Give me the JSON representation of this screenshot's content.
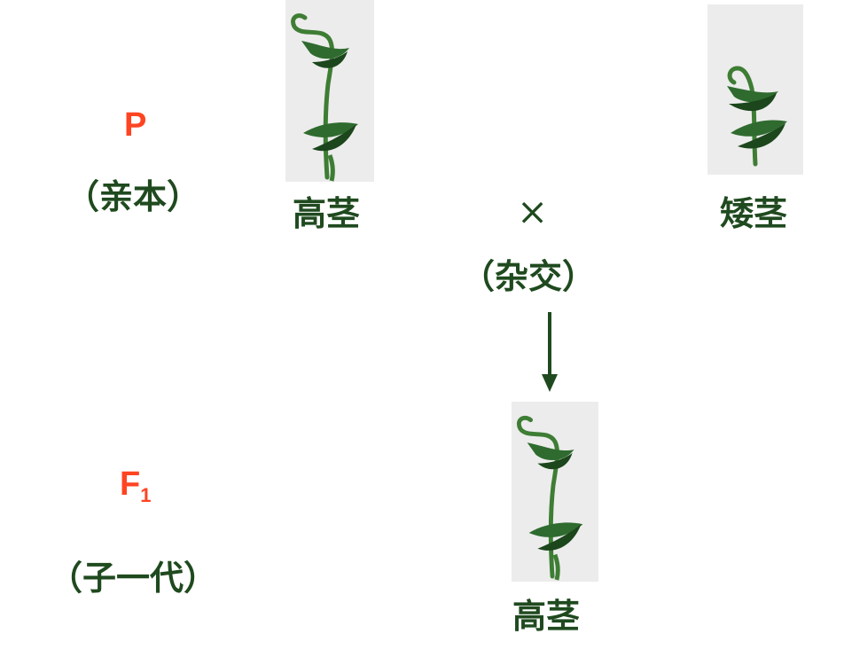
{
  "left_labels": {
    "p_symbol": "P",
    "p_desc": "（亲本）",
    "f1_symbol": "F",
    "f1_subscript": "1",
    "f1_desc": "（子一代）"
  },
  "parents": {
    "tall_label": "高茎",
    "dwarf_label": "矮茎"
  },
  "cross": {
    "symbol": "×",
    "label": "（杂交）"
  },
  "offspring": {
    "label": "高茎"
  },
  "colors": {
    "generation_symbol": "#ff4422",
    "text": "#1f4a1f",
    "leaf": "#2f6b2f",
    "leaf_dark": "#1c461c",
    "stem": "#3e7d34",
    "plant_bg": "#ececec"
  },
  "icons": [
    "tall-pea-plant-icon",
    "dwarf-pea-plant-icon",
    "arrow-down-icon"
  ]
}
